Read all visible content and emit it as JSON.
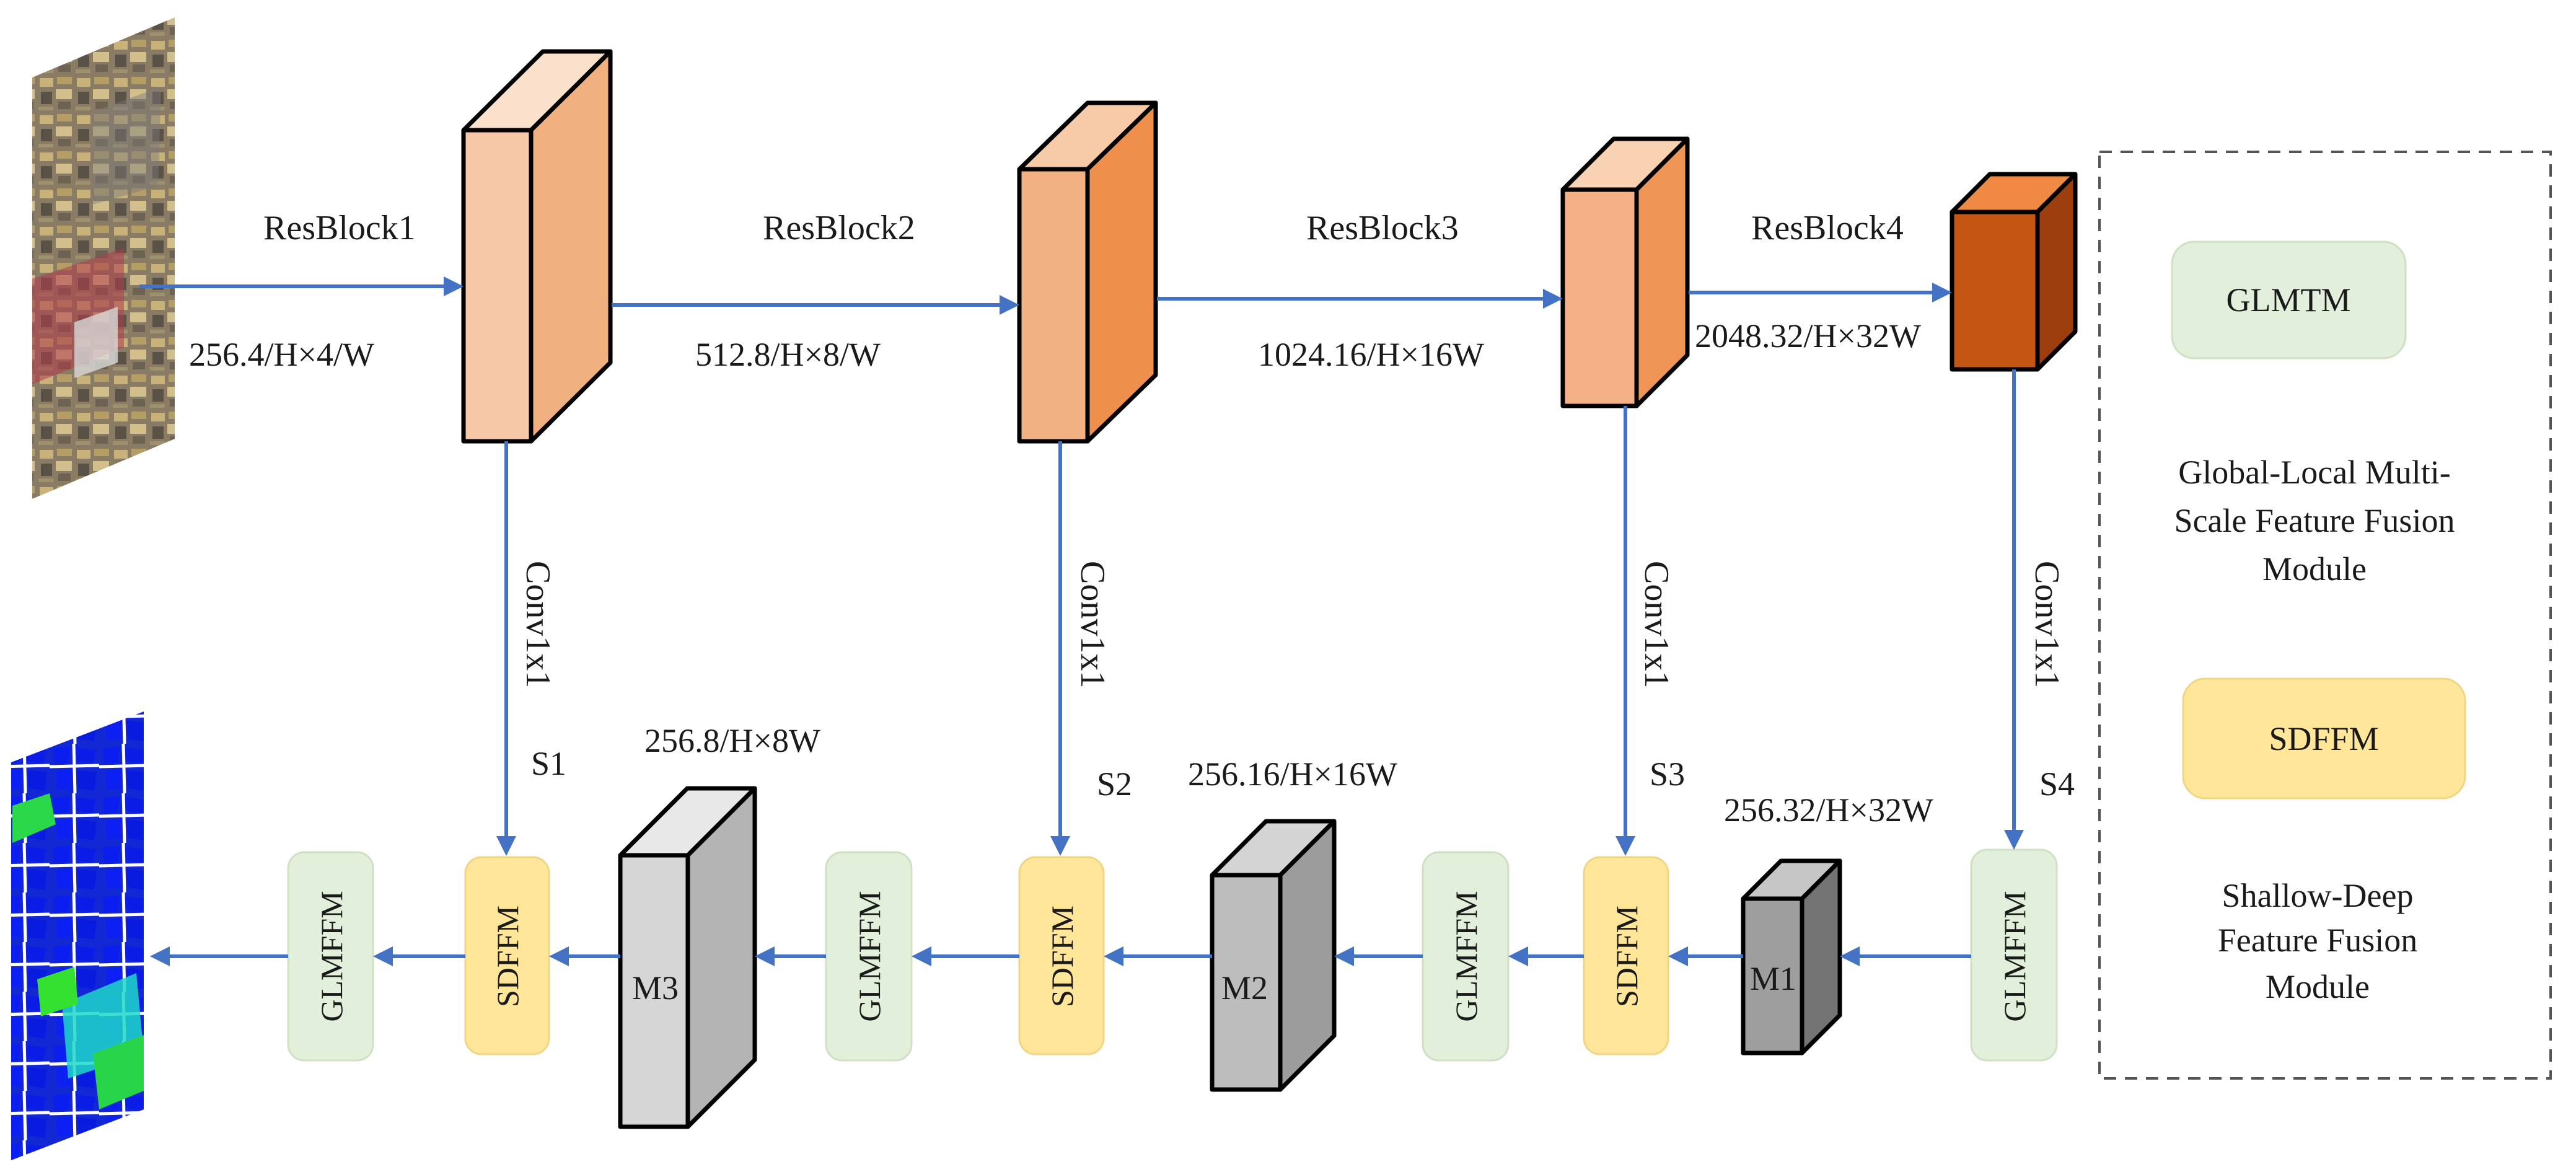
{
  "encoder": {
    "blocks": [
      {
        "name": "ResBlock1",
        "shape": "256.4/H×4/W"
      },
      {
        "name": "ResBlock2",
        "shape": "512.8/H×8/W"
      },
      {
        "name": "ResBlock3",
        "shape": "1024.16/H×16W"
      },
      {
        "name": "ResBlock4",
        "shape": "2048.32/H×32W"
      }
    ]
  },
  "skips": [
    {
      "op": "Conv1x1",
      "label": "S1"
    },
    {
      "op": "Conv1x1",
      "label": "S2"
    },
    {
      "op": "Conv1x1",
      "label": "S3"
    },
    {
      "op": "Conv1x1",
      "label": "S4"
    }
  ],
  "decoder": {
    "maps": [
      {
        "name": "M3",
        "shape": "256.8/H×8W"
      },
      {
        "name": "M2",
        "shape": "256.16/H×16W"
      },
      {
        "name": "M1",
        "shape": "256.32/H×32W"
      }
    ],
    "glmffm_label": "GLMFFM",
    "sdffm_label": "SDFFM"
  },
  "legend": {
    "items": [
      {
        "key": "GLMTM",
        "desc": [
          "Global-Local Multi-",
          "Scale Feature Fusion",
          "Module"
        ],
        "color": "#e2efda"
      },
      {
        "key": "SDFFM",
        "desc": [
          "Shallow-Deep",
          "Feature Fusion",
          "Module"
        ],
        "color": "#ffe699"
      }
    ]
  },
  "colors": {
    "arrow": "#4472c4",
    "glmffm": "#e2efda",
    "sdffm": "#ffe699"
  }
}
